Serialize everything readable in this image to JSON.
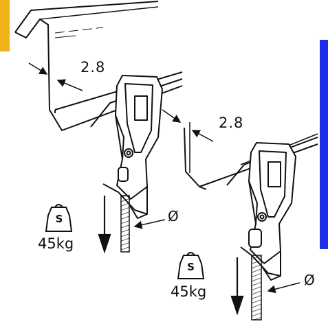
{
  "colors": {
    "line": "#111111",
    "yellow_tab": "#f2b21a",
    "blue_panel": "#1f2ee8"
  },
  "left_assembly": {
    "thickness": "2.8",
    "weight_icon_letter": "S",
    "load": "45kg",
    "diameter_symbol": "Ø"
  },
  "right_assembly": {
    "thickness": "2.8",
    "weight_icon_letter": "S",
    "load": "45kg",
    "diameter_symbol": "Ø"
  }
}
